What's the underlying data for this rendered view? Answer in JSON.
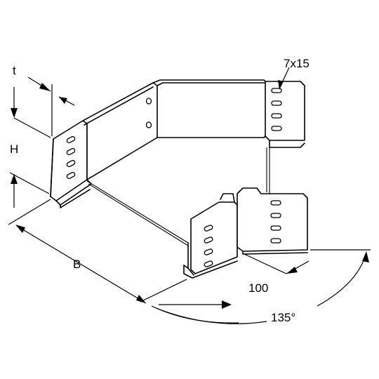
{
  "labels": {
    "t": "t",
    "h": "H",
    "b": "B",
    "slot": "7x15",
    "length": "100",
    "angle": "135°"
  }
}
